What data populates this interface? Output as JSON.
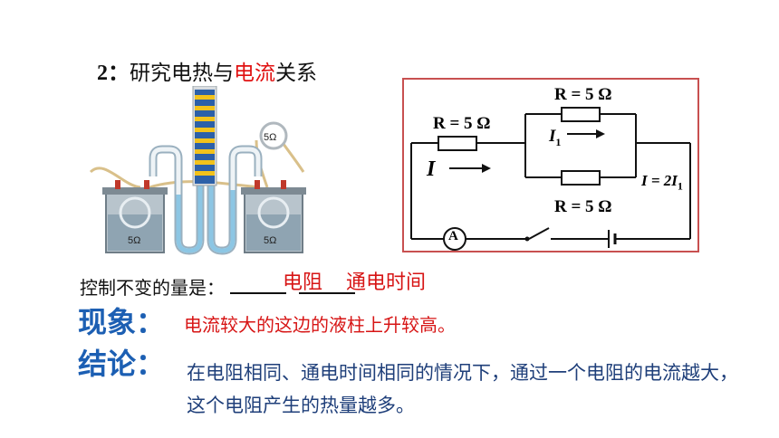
{
  "title": {
    "number": "2：",
    "prefix": "研究电热与",
    "highlight": "电流",
    "suffix": "关系"
  },
  "apparatus": {
    "left_resistor": "5Ω",
    "right_resistor": "5Ω",
    "outer_resistor": "5Ω"
  },
  "circuit": {
    "top_resistor": "R = 5 Ω",
    "series_resistor": "R = 5 Ω",
    "bottom_resistor": "R = 5 Ω",
    "branch_current": "I",
    "branch_current_sub": "1",
    "main_current": "I",
    "total_current": "I = 2I",
    "total_current_sub": "1",
    "ammeter": "A"
  },
  "control": {
    "label": "控制不变的量是：",
    "answer1": "电阻",
    "answer2": "通电时间"
  },
  "phenomenon": {
    "heading": "现象：",
    "text": "电流较大的这边的液柱上升较高。"
  },
  "conclusion": {
    "heading": "结论：",
    "text": "在电阻相同、通电时间相同的情况下，通过一个电阻的电流越大，这个电阻产生的热量越多。"
  },
  "colors": {
    "accent_red": "#d71515",
    "heading_blue": "#1c5fb3",
    "conclusion_text": "#1f3f7a",
    "box_border": "#c85050"
  }
}
